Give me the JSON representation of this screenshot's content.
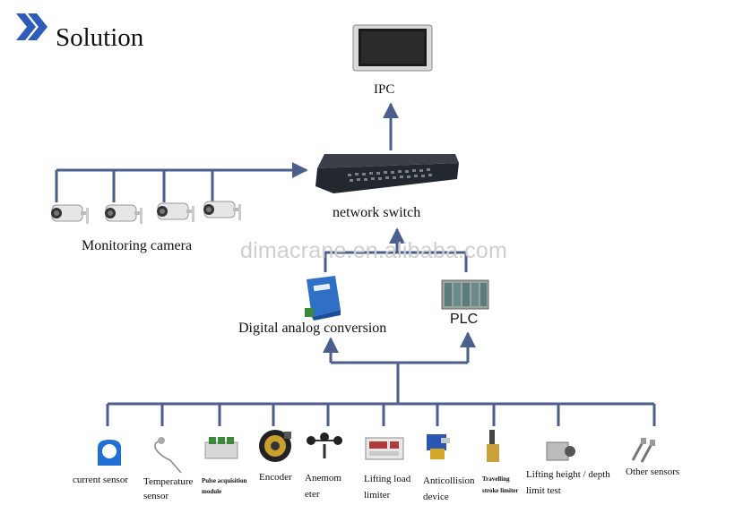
{
  "header": {
    "title": "Solution"
  },
  "nodes": {
    "ipc": "IPC",
    "switch": "network switch",
    "cameras": "Monitoring camera",
    "dac": "Digital analog conversion",
    "plc": "PLC"
  },
  "watermark": "dimacrane.en.alibaba.com",
  "sensors": [
    "current sensor",
    "Temperature sensor",
    "Pulse acquisition module",
    "Encoder",
    "Anemometer",
    "Lifting load limiter",
    "Anticollision device",
    "Travelling stroke limiter",
    "Lifting height / depth limit test",
    "Other sensors"
  ],
  "sensor_display": {
    "current": "current sensor",
    "temp_1": "Temperature",
    "temp_2": "sensor",
    "pulse_1": "Pulse acquisition",
    "pulse_2": "module",
    "encoder": "Encoder",
    "anemo_1": "Anemom",
    "anemo_2": "eter",
    "load_1": "Lifting load",
    "load_2": "limiter",
    "anti_1": "Anticollision",
    "anti_2": "device",
    "travel_1": "Travelling",
    "travel_2": "stroke limiter",
    "height_1": "Lifting height / depth",
    "height_2": "limit test",
    "other": "Other sensors"
  },
  "colors": {
    "line": "#4a5f8c",
    "chevron": "#2e5cb8",
    "text": "#111111"
  }
}
